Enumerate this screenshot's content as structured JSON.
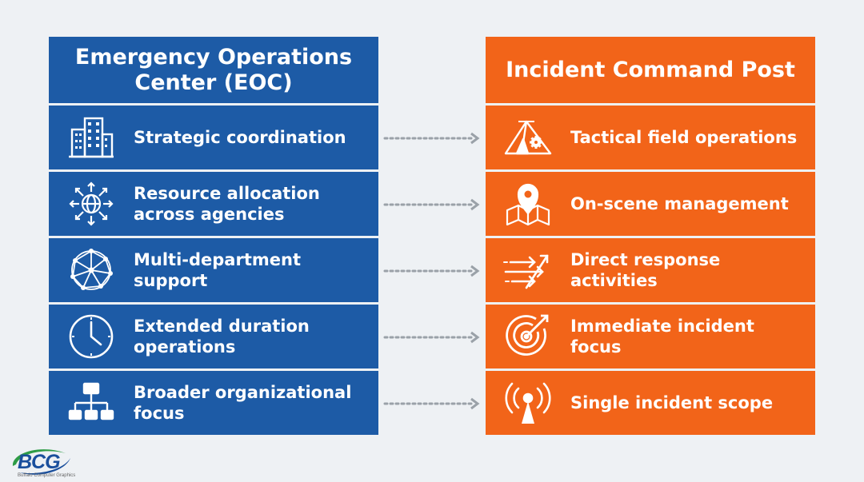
{
  "eoc": {
    "title": "Emergency Operations\nCenter (EOC)",
    "color": "#1d5ba6",
    "items": [
      {
        "label": "Strategic coordination",
        "icon": "building-icon"
      },
      {
        "label": "Resource allocation\nacross agencies",
        "icon": "globe-arrows-icon"
      },
      {
        "label": "Multi-department\nsupport",
        "icon": "network-globe-icon"
      },
      {
        "label": "Extended duration\noperations",
        "icon": "clock-icon"
      },
      {
        "label": "Broader organizational\nfocus",
        "icon": "org-chart-icon"
      }
    ]
  },
  "icp": {
    "title": "Incident Command Post",
    "color": "#f26419",
    "items": [
      {
        "label": "Tactical field operations",
        "icon": "tent-gear-icon"
      },
      {
        "label": "On-scene management",
        "icon": "map-pin-icon"
      },
      {
        "label": "Direct response\nactivities",
        "icon": "fast-arrows-icon"
      },
      {
        "label": "Immediate incident\nfocus",
        "icon": "target-icon"
      },
      {
        "label": "Single incident scope",
        "icon": "broadcast-tower-icon"
      }
    ]
  },
  "connector_color": "#9aa1a8",
  "logo": {
    "text": "BCG",
    "subtext": "Buffalo Computer Graphics"
  }
}
